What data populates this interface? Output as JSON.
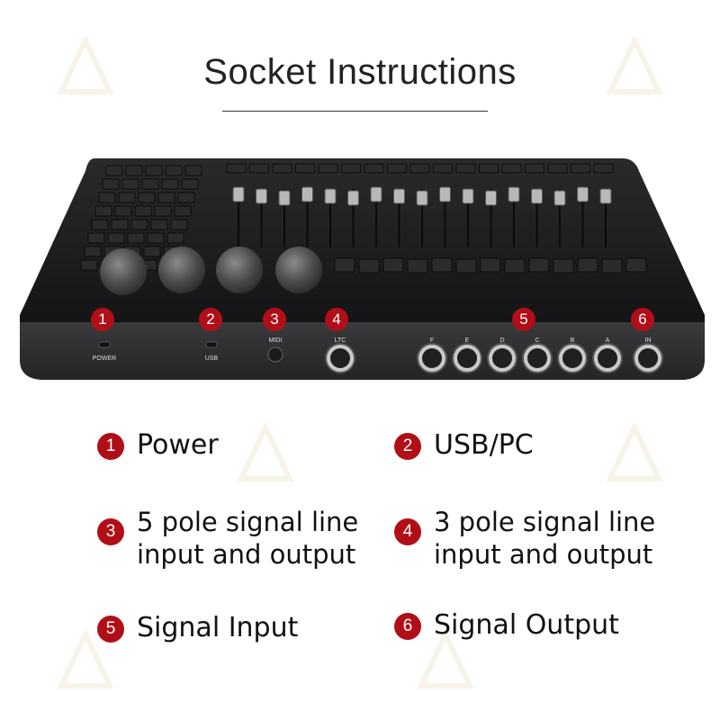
{
  "title": "Socket Instructions",
  "panel_labels": {
    "power": "POWER",
    "usb": "USB",
    "midi": "MIDI",
    "ltc": "LTC",
    "in": "IN",
    "ports": [
      "F",
      "E",
      "D",
      "C",
      "B",
      "A"
    ]
  },
  "markers": [
    "1",
    "2",
    "3",
    "4",
    "5",
    "6"
  ],
  "legend": [
    {
      "num": "1",
      "label": "Power"
    },
    {
      "num": "2",
      "label": "USB/PC"
    },
    {
      "num": "3",
      "label": "5 pole signal line input and output"
    },
    {
      "num": "4",
      "label": "3 pole signal line input and output"
    },
    {
      "num": "5",
      "label": "Signal Input"
    },
    {
      "num": "6",
      "label": "Signal Output"
    }
  ],
  "colors": {
    "marker": "#b10f17",
    "device": "#1c1c1e",
    "front": "#2d2d30"
  }
}
